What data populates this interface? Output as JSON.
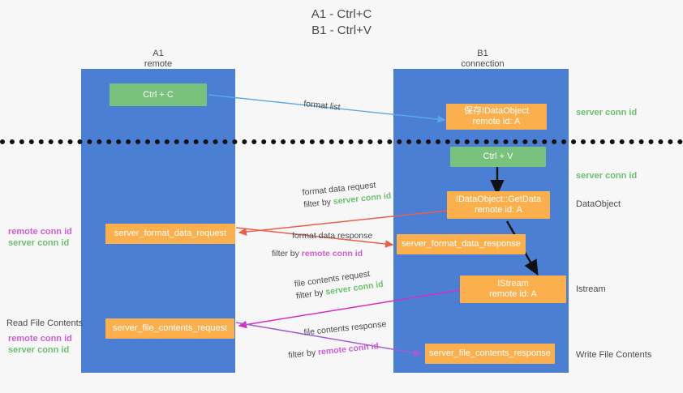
{
  "title": {
    "line1": "A1 - Ctrl+C",
    "line2": "B1 - Ctrl+V"
  },
  "colors": {
    "lane": "#4a7fd4",
    "green_node": "#79c27d",
    "orange_node": "#fbb04d",
    "server_conn_id": "#6cc06f",
    "remote_conn_id": "#cc5fd0",
    "arrow_blue": "#5aa9e6",
    "arrow_red": "#e8604c",
    "arrow_magenta": "#d62fbf",
    "arrow_purple": "#a45cd6",
    "arrow_black": "#111111",
    "divider": "#111111"
  },
  "lanes": [
    {
      "id": "a1",
      "name": "A1",
      "subtitle": "remote"
    },
    {
      "id": "b1",
      "name": "B1",
      "subtitle": "connection"
    }
  ],
  "nodes": {
    "ctrl_c": {
      "label": "Ctrl + C"
    },
    "save_idataobject": {
      "line1": "保存IDataObject",
      "line2": "remote id: A"
    },
    "ctrl_v": {
      "label": "Ctrl + V"
    },
    "getdata": {
      "line1": "IDataObject::GetData",
      "line2": "remote id: A"
    },
    "server_format_data_request": {
      "label": "server_format_data_request"
    },
    "server_format_data_response": {
      "label": "server_format_data_response"
    },
    "istream": {
      "line1": "IStream",
      "line2": "remote id: A"
    },
    "server_file_contents_request": {
      "label": "server_file_contents_request"
    },
    "server_file_contents_response": {
      "label": "server_file_contents_response"
    }
  },
  "right_labels": {
    "server_conn_id_1": "server conn id",
    "server_conn_id_2": "server conn id",
    "data_object": "DataObject",
    "istream": "Istream",
    "write_file_contents": "Write File Contents"
  },
  "left_labels": {
    "pair_1": {
      "remote": "remote conn id",
      "server": "server conn id"
    },
    "read_file_contents": "Read File Contents",
    "pair_2": {
      "remote": "remote conn id",
      "server": "server conn id"
    }
  },
  "annotations": {
    "format_list": "format list",
    "format_data_request": {
      "line1": "format data request",
      "prefix": "filter by ",
      "highlight": "server conn id"
    },
    "format_data_response": {
      "line1": "format data response",
      "prefix": "filter by ",
      "highlight": "remote conn id"
    },
    "file_contents_request": {
      "line1": "file contents request",
      "prefix": "filter by ",
      "highlight": "server conn id"
    },
    "file_contents_response": {
      "line1": "file contents response",
      "prefix": "filter by ",
      "highlight": "remote conn id"
    }
  }
}
